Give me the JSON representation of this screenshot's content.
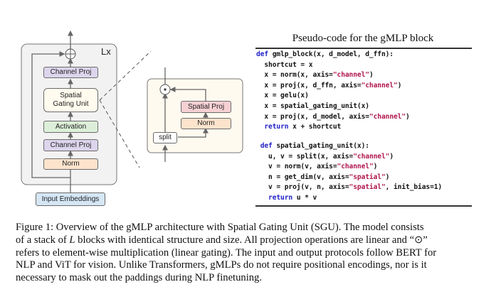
{
  "figure": {
    "block_repeat_label": "Lx",
    "block_components": [
      {
        "id": "channel-proj-top",
        "label": "Channel Proj",
        "color": "#dcd5ec"
      },
      {
        "id": "spatial-gating-unit",
        "label": "Spatial\nGating Unit",
        "line1": "Spatial",
        "line2": "Gating Unit",
        "color": "#fffbee"
      },
      {
        "id": "activation",
        "label": "Activation",
        "color": "#dcefd8"
      },
      {
        "id": "channel-proj-bottom",
        "label": "Channel Proj",
        "color": "#dcd5ec"
      },
      {
        "id": "norm",
        "label": "Norm",
        "color": "#fde3cc"
      }
    ],
    "input_label": "Input Embeddings",
    "input_color": "#d5e6f5",
    "add_symbol": "⊕",
    "sgu_components": {
      "spatial_proj": {
        "label": "Spatial Proj",
        "color": "#f6d0d3"
      },
      "norm": {
        "label": "Norm",
        "color": "#fde3cc"
      },
      "split": {
        "label": "split",
        "color": "#ffffff"
      },
      "multiply_symbol": "⊙"
    },
    "block_bg": "#f2f2f2",
    "sgu_bg": "#fffaf0"
  },
  "pseudocode": {
    "title": "Pseudo-code for the gMLP block",
    "block1": [
      [
        {
          "t": "def",
          "c": "kw"
        },
        {
          "t": " gmlp_block(x, d_model, d_ffn):"
        }
      ],
      [
        {
          "t": "  shortcut = x"
        }
      ],
      [
        {
          "t": "  x = norm(x, axis="
        },
        {
          "t": "\"channel\"",
          "c": "str"
        },
        {
          "t": ")"
        }
      ],
      [
        {
          "t": "  x = proj(x, d_ffn, axis="
        },
        {
          "t": "\"channel\"",
          "c": "str"
        },
        {
          "t": ")"
        }
      ],
      [
        {
          "t": "  x = gelu(x)"
        }
      ],
      [
        {
          "t": "  x = spatial_gating_unit(x)"
        }
      ],
      [
        {
          "t": "  x = proj(x, d_model, axis="
        },
        {
          "t": "\"channel\"",
          "c": "str"
        },
        {
          "t": ")"
        }
      ],
      [
        {
          "t": "  "
        },
        {
          "t": "return",
          "c": "kw"
        },
        {
          "t": " x + shortcut"
        }
      ]
    ],
    "block2": [
      [
        {
          "t": " "
        },
        {
          "t": "def",
          "c": "kw"
        },
        {
          "t": " spatial_gating_unit(x):"
        }
      ],
      [
        {
          "t": "   u, v = split(x, axis="
        },
        {
          "t": "\"channel\"",
          "c": "str"
        },
        {
          "t": ")"
        }
      ],
      [
        {
          "t": "   v = norm(v, axis="
        },
        {
          "t": "\"channel\"",
          "c": "str"
        },
        {
          "t": ")"
        }
      ],
      [
        {
          "t": "   n = get_dim(v, axis="
        },
        {
          "t": "\"spatial\"",
          "c": "str"
        },
        {
          "t": ")"
        }
      ],
      [
        {
          "t": "   v = proj(v, n, axis="
        },
        {
          "t": "\"spatial\"",
          "c": "str"
        },
        {
          "t": ", init_bias=1)"
        }
      ],
      [
        {
          "t": "   "
        },
        {
          "t": "return",
          "c": "kw"
        },
        {
          "t": " u * v"
        }
      ]
    ],
    "keyword_color": "#2121c8",
    "string_color": "#b0154d"
  },
  "caption": {
    "lines": [
      "Figure 1: Overview of the gMLP architecture with Spatial Gating Unit (SGU). The model consists",
      "of a stack of L blocks with identical structure and size. All projection operations are linear and “⊙”",
      "refers to element-wise multiplication (linear gating). The input and output protocols follow BERT for",
      "NLP and ViT for vision. Unlike Transformers, gMLPs do not require positional encodings, nor is it",
      "necessary to mask out the paddings during NLP finetuning."
    ]
  }
}
